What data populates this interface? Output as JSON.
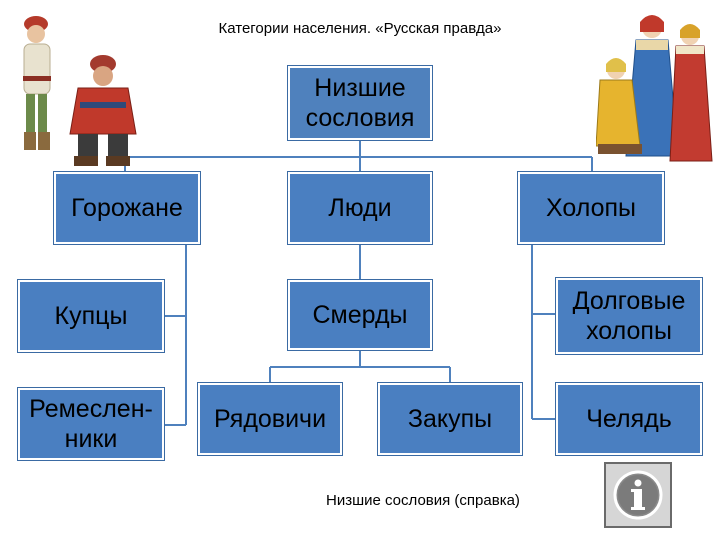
{
  "title": "Категории населения. «Русская правда»",
  "root": {
    "label": "Низшие сословия"
  },
  "groups": [
    {
      "label": "Горожане",
      "children": [
        "Купцы",
        "Ремесленники"
      ]
    },
    {
      "label": "Люди",
      "children": [
        "Смерды"
      ],
      "subchildren": [
        "Рядовичи",
        "Закупы"
      ]
    },
    {
      "label": "Холопы",
      "children": [
        "Долговые холопы",
        "Челядь"
      ]
    }
  ],
  "labels": {
    "root_line1": "Низшие",
    "root_line2": "сословия",
    "gorozhane": "Горожане",
    "lyudi": "Люди",
    "kholopy": "Холопы",
    "kuptsy": "Купцы",
    "smerdy": "Смерды",
    "dolgovye_line1": "Долговые",
    "dolgovye_line2": "холопы",
    "remeslenniki_line1": "Ремеслен-",
    "remeslenniki_line2": "ники",
    "ryadovichi": "Рядовичи",
    "zakupy": "Закупы",
    "chelyad": "Челядь"
  },
  "caption": "Низшие сословия (справка)",
  "info_icon": "info-icon",
  "colors": {
    "box_fill": "#4f81bd",
    "connector": "#4f81bd",
    "info_bg": "#d6d6d6"
  }
}
